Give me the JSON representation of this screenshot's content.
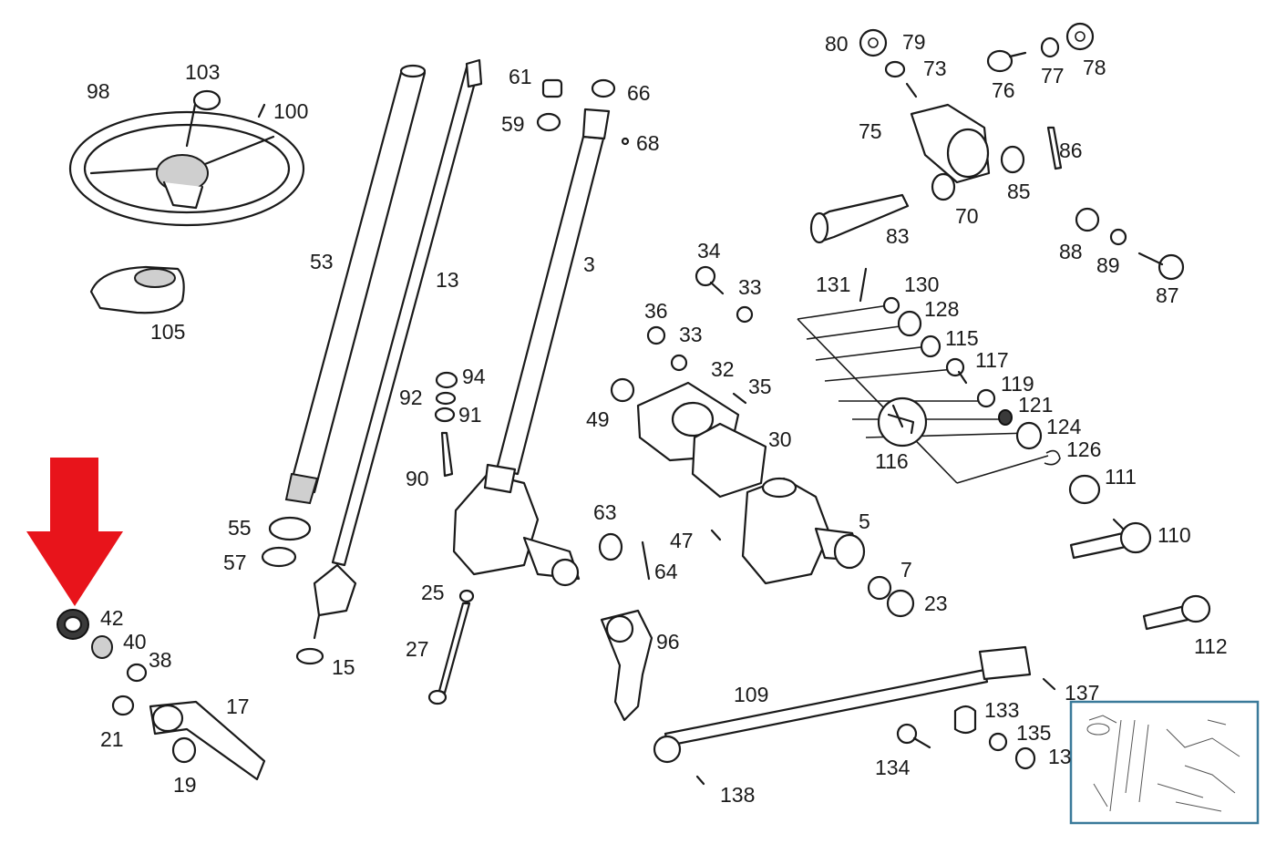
{
  "labels": {
    "l98": "98",
    "l103": "103",
    "l100": "100",
    "l105": "105",
    "l53": "53",
    "l13": "13",
    "l3": "3",
    "l61": "61",
    "l66": "66",
    "l59": "59",
    "l68": "68",
    "l80": "80",
    "l79": "79",
    "l73": "73",
    "l76": "76",
    "l77": "77",
    "l78": "78",
    "l75": "75",
    "l86": "86",
    "l85": "85",
    "l70": "70",
    "l83": "83",
    "l88": "88",
    "l89": "89",
    "l87": "87",
    "l34": "34",
    "l33a": "33",
    "l36": "36",
    "l33b": "33",
    "l32": "32",
    "l35": "35",
    "l49": "49",
    "l30": "30",
    "l5": "5",
    "l131": "131",
    "l130": "130",
    "l128": "128",
    "l115": "115",
    "l117": "117",
    "l119": "119",
    "l121": "121",
    "l124": "124",
    "l126": "126",
    "l116": "116",
    "l111": "111",
    "l110": "110",
    "l112": "112",
    "l94": "94",
    "l92": "92",
    "l91": "91",
    "l90": "90",
    "l55": "55",
    "l57": "57",
    "l15": "15",
    "l63": "63",
    "l47": "47",
    "l64": "64",
    "l7": "7",
    "l23": "23",
    "l25": "25",
    "l27": "27",
    "l96": "96",
    "l42": "42",
    "l40": "40",
    "l38": "38",
    "l21": "21",
    "l17": "17",
    "l19": "19",
    "l109": "109",
    "l133": "133",
    "l135": "135",
    "l13b": "13",
    "l134": "134",
    "l137": "137",
    "l138": "138"
  },
  "highlight_arrow": {
    "color": "#e8141b",
    "points_to": "42"
  },
  "icons": {
    "highlight": "arrow-down-icon",
    "thumbnail": "diagram-thumbnail-icon"
  },
  "inset_frame_color": "#3a7a9a"
}
